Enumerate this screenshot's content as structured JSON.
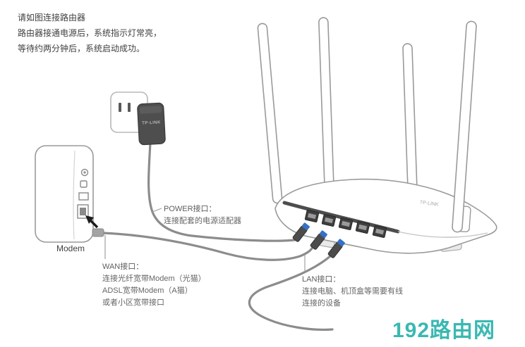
{
  "brand": "TP-LINK",
  "intro": {
    "lines": [
      "请如图连接路由器",
      "路由器接通电源后，系统指示灯常亮，",
      "等待约两分钟后，系统启动成功。"
    ]
  },
  "devices": {
    "modem_label": "Modem"
  },
  "callouts": {
    "power": {
      "title": "POWER接口：",
      "lines": [
        "连接配套的电源适配器"
      ]
    },
    "wan": {
      "title": "WAN接口：",
      "lines": [
        "连接光纤宽带Modem（光猫）",
        "ADSL宽带Modem（A猫）",
        "或者小区宽带接口"
      ]
    },
    "lan": {
      "title": "LAN接口：",
      "lines": [
        "连接电脑、机顶盒等需要有线",
        "连接的设备"
      ]
    }
  },
  "watermark": {
    "text": "192路由网",
    "color": "#3bb8b2"
  },
  "colors": {
    "cable_gray": "#8c8c8c",
    "outline_gray": "#9a9a9a",
    "connector_blue": "#3572c6",
    "text_gray": "#666666"
  }
}
